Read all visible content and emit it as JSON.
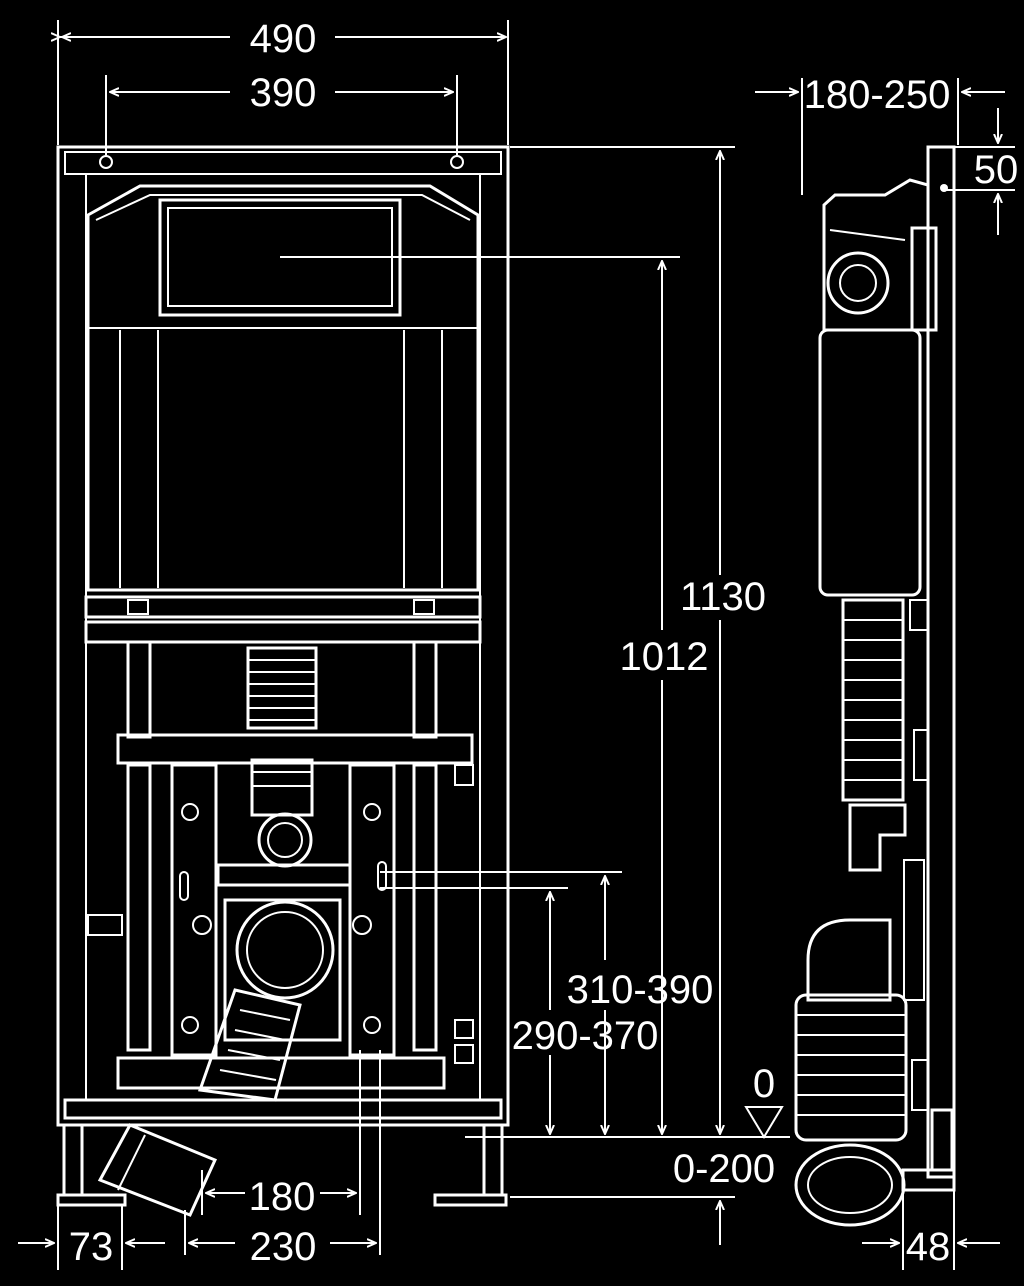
{
  "dimensions": {
    "frame_width": "490",
    "bracket_spacing": "390",
    "depth_range": "180-250",
    "top_offset": "50",
    "total_height": "1130",
    "flush_plate_height": "1012",
    "supply_height": "310-390",
    "drain_height": "290-370",
    "floor_zero": "0",
    "leg_adjust": "0-200",
    "bolt_spacing": "180",
    "outlet_spacing": "230",
    "side_offset": "73",
    "rear_depth": "48"
  }
}
